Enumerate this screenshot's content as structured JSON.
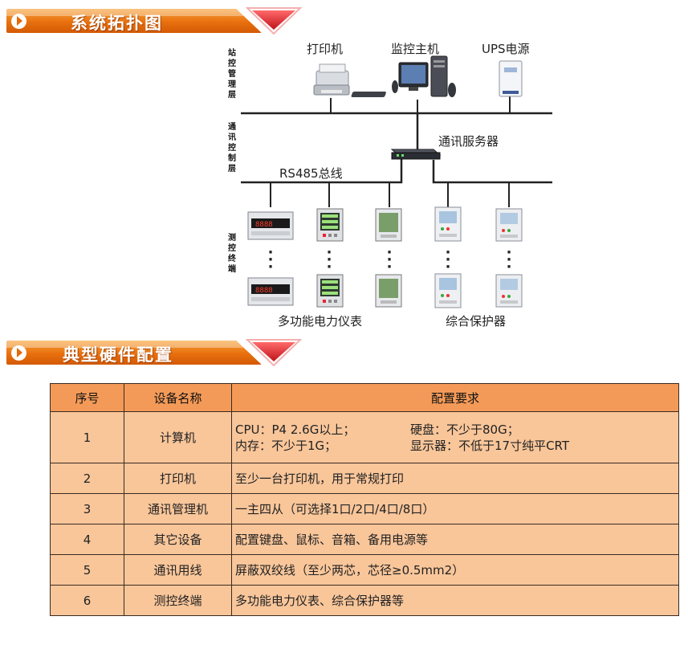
{
  "sections": {
    "topology_title": "系统拓扑图",
    "hardware_title": "典型硬件配置"
  },
  "layers": {
    "station": "站控管理层",
    "comm": "通讯控制层",
    "terminal": "测控终端"
  },
  "devices": {
    "printer": "打印机",
    "host": "监控主机",
    "ups": "UPS电源",
    "server": "通讯服务器",
    "bus": "RS485总线",
    "meters": "多功能电力仪表",
    "protectors": "综合保护器"
  },
  "table": {
    "headers": [
      "序号",
      "设备名称",
      "配置要求"
    ],
    "rows": [
      {
        "no": "1",
        "name": "计算机",
        "req_a1": "CPU：P4 2.6G以上；",
        "req_a2": "硬盘：不少于80G；",
        "req_b1": "内存：不少于1G；",
        "req_b2": "显示器：不低于17寸纯平CRT"
      },
      {
        "no": "2",
        "name": "打印机",
        "req": "至少一台打印机，用于常规打印"
      },
      {
        "no": "3",
        "name": "通讯管理机",
        "req": "一主四从（可选择1口/2口/4口/8口）"
      },
      {
        "no": "4",
        "name": "其它设备",
        "req": "配置键盘、鼠标、音箱、备用电源等"
      },
      {
        "no": "5",
        "name": "通讯用线",
        "req": "屏蔽双绞线（至少两芯，芯径≥0.5mm2）"
      },
      {
        "no": "6",
        "name": "测控终端",
        "req": "多功能电力仪表、综合保护器等"
      }
    ]
  },
  "colors": {
    "header_orange": "#e8700e",
    "table_header": "#f49a58",
    "table_cell": "#f9c69a",
    "ribbon_red": "#e0262a"
  }
}
